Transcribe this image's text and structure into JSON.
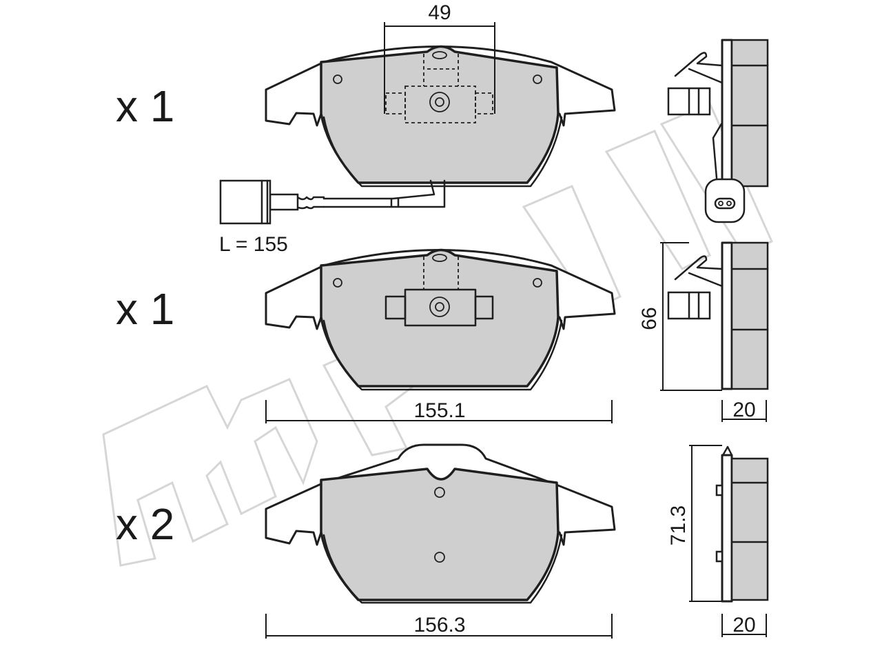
{
  "quantities": [
    "x 1",
    "x 1",
    "x 2"
  ],
  "dimensions": {
    "sensor_spacing": "49",
    "cable_length": "L = 155",
    "pad_width_upper": "155.1",
    "pad_width_lower": "156.3",
    "pad_height_upper": "66",
    "pad_height_lower": "71.3",
    "thickness_upper": "20",
    "thickness_lower": "20"
  },
  "colors": {
    "lining": "#cfcfcf",
    "outline": "#1f1f1f",
    "watermark": "#d6d6d6"
  }
}
